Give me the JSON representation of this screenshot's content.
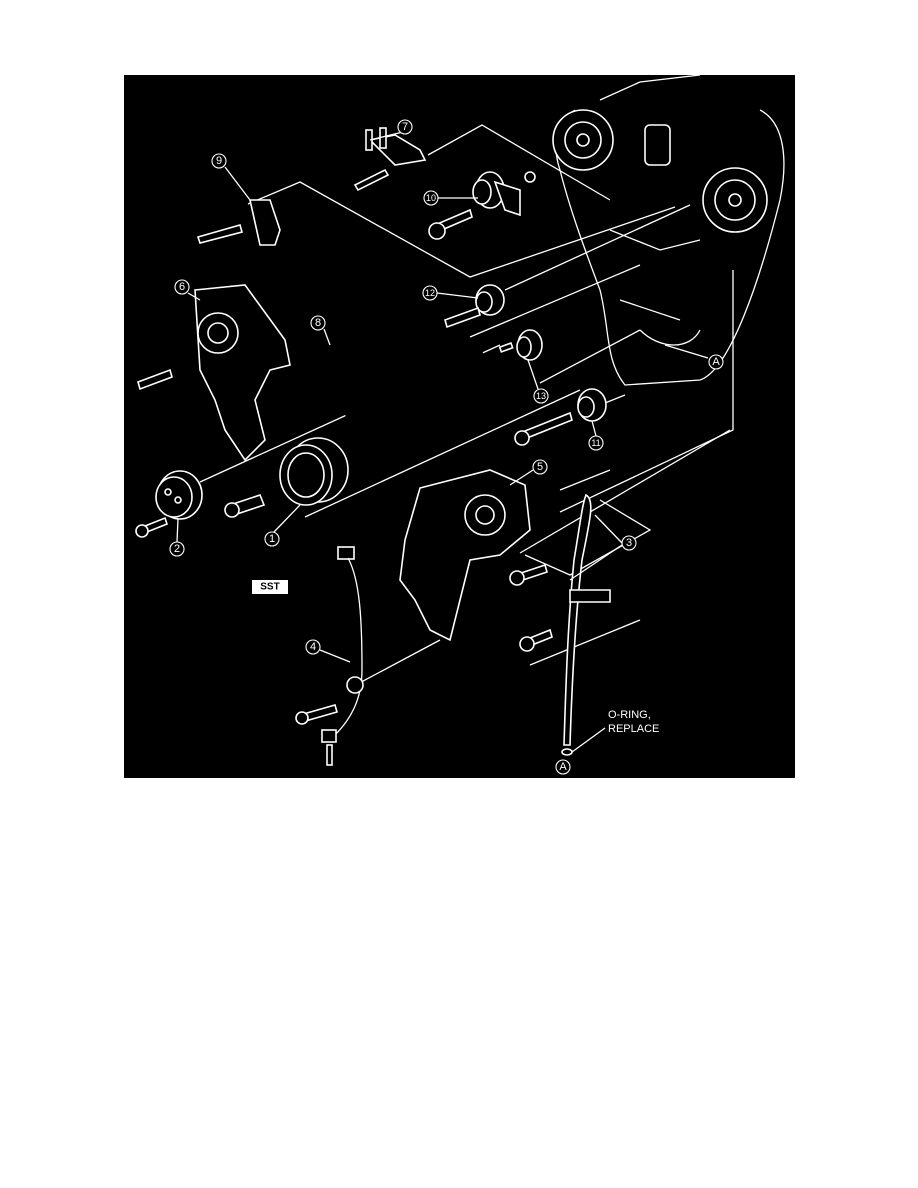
{
  "figure": {
    "callouts": {
      "c1": "1",
      "c2": "2",
      "c3": "3",
      "c4": "4",
      "c5": "5",
      "c6": "6",
      "c7": "7",
      "c8": "8",
      "c9": "9",
      "c10": "10",
      "c11": "11",
      "c12": "12",
      "c13": "13",
      "a_top": "A",
      "a_bottom": "A"
    },
    "sst_label": "SST",
    "note_line1": "O-RING,",
    "note_line2": "REPLACE",
    "colors": {
      "background": "#000000",
      "linework": "#ffffff"
    }
  }
}
